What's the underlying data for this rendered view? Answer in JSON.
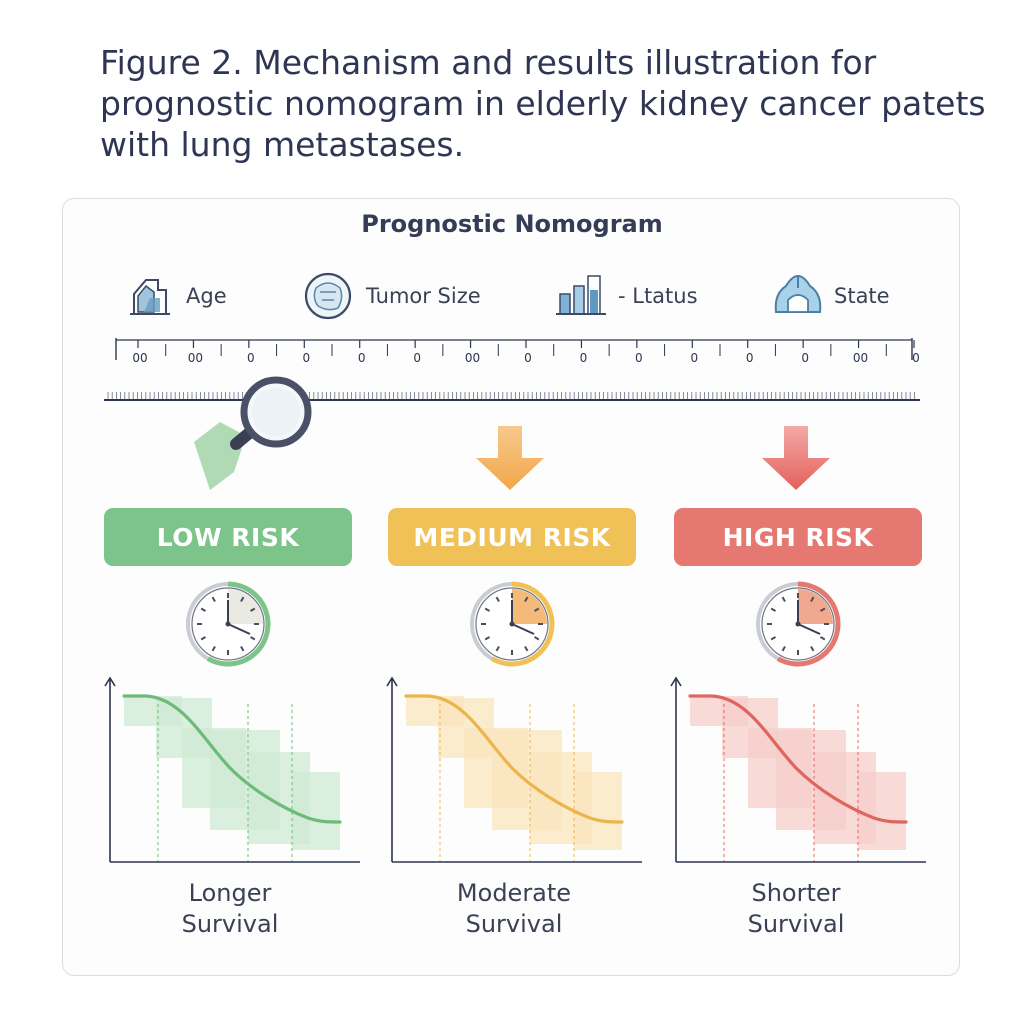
{
  "figure": {
    "caption_lines": [
      "Figure 2. Mechanism and results illustration for",
      "prognostic nomogram in elderly kidney cancer patets",
      "with lung metastases."
    ]
  },
  "nomogram": {
    "title": "Prognostic Nomogram",
    "variables": [
      {
        "label": "Age",
        "icon": "kidney-icon"
      },
      {
        "label": "Tumor Size",
        "icon": "tumor-globe-icon"
      },
      {
        "label": "- Ltatus",
        "icon": "bar-chart-icon"
      },
      {
        "label": "State",
        "icon": "lungs-icon"
      }
    ],
    "scale_labels": [
      "00",
      "00",
      "0",
      "0",
      "0",
      "0",
      "00",
      "0",
      "0",
      "0",
      "0",
      "0",
      "0",
      "00",
      "0"
    ]
  },
  "risk_groups": [
    {
      "label": "LOW RISK",
      "outcome": "Longer\nSurvival",
      "color": "#7cc48a",
      "curve_color": "#6dbb78",
      "band_color": "#cfe9d3",
      "clock_fill": 0.25
    },
    {
      "label": "MEDIUM RISK",
      "outcome": "Moderate\nSurvival",
      "color": "#f0c156",
      "curve_color": "#ebb54a",
      "band_color": "#fae5bd",
      "clock_fill": 0.25
    },
    {
      "label": "HIGH RISK",
      "outcome": "Shorter\nSurvival",
      "color": "#e67872",
      "curve_color": "#e0655e",
      "band_color": "#f6cdca",
      "clock_fill": 0.25
    }
  ],
  "colors": {
    "panel_border": "#d9dce2",
    "axis": "#2c3550",
    "medium_arrow": "#f3b054",
    "high_arrow": "#e8706b",
    "magnifier_marker": "#a6d6ac"
  }
}
